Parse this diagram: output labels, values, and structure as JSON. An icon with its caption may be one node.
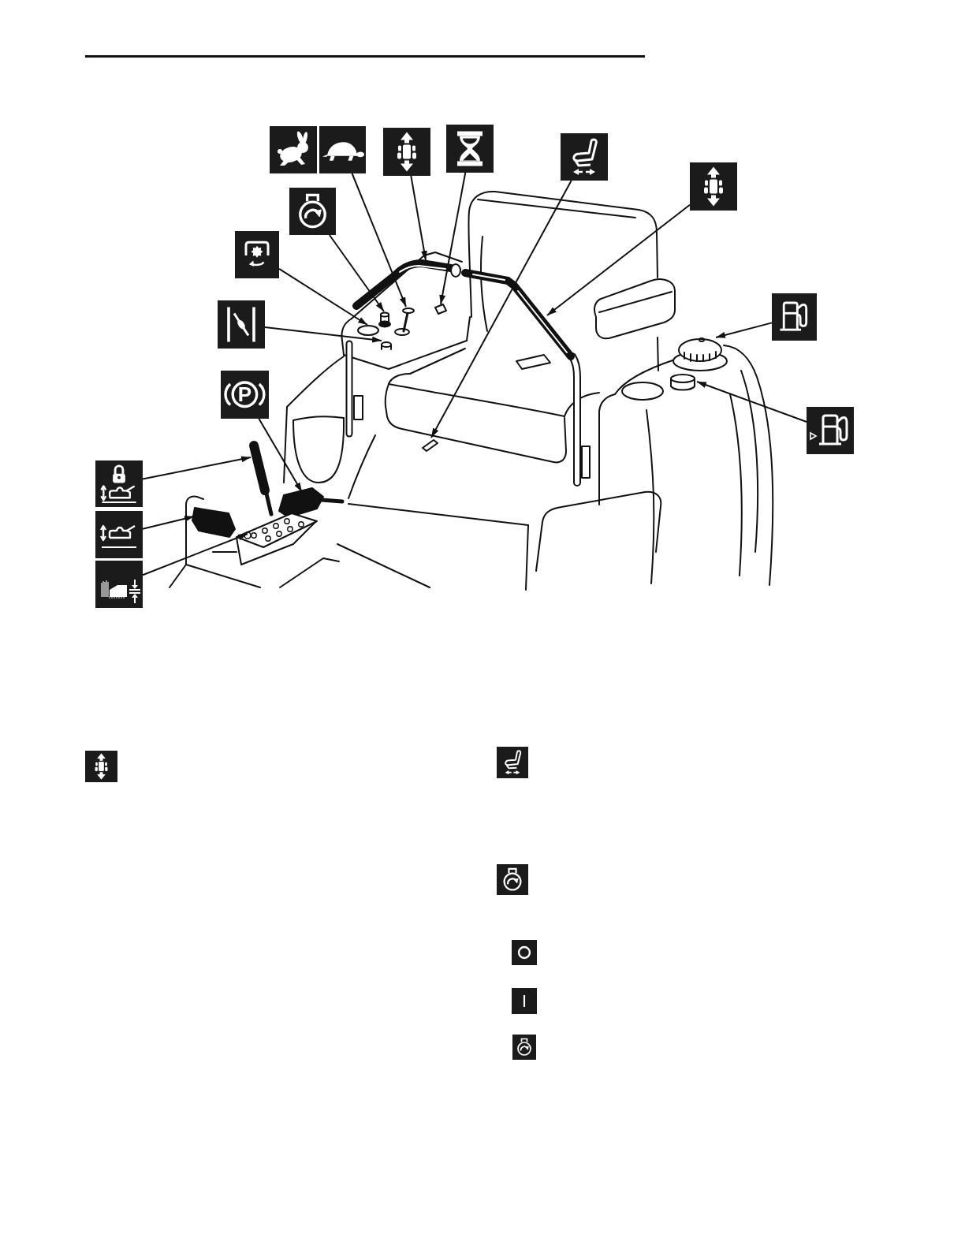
{
  "diagram": {
    "nodes": [
      {
        "text": [],
        "shape": "picture"
      },
      {
        "text": [],
        "shape": "picture"
      },
      {
        "text": [],
        "shape": "picture"
      },
      {
        "text": [],
        "shape": "picture"
      },
      {
        "text": [],
        "shape": "picture"
      },
      {
        "text": [],
        "shape": "picture"
      },
      {
        "text": [],
        "shape": "picture"
      },
      {
        "text": [],
        "shape": "picture"
      },
      {
        "text": [],
        "shape": "picture"
      },
      {
        "text": [],
        "shape": "picture"
      },
      {
        "text": [
          "P"
        ]
      },
      {
        "text": [],
        "shape": "picture"
      },
      {
        "text": [],
        "shape": "picture"
      },
      {
        "text": [],
        "shape": "picture"
      },
      {
        "text": [],
        "shape": "picture"
      },
      {
        "text": [],
        "shape": "picture"
      },
      {
        "text": [],
        "shape": "picture"
      },
      {
        "text": [],
        "shape": "picture"
      },
      {
        "text": [],
        "shape": "picture"
      },
      {
        "text": [],
        "shape": "picture"
      },
      {
        "text": [],
        "shape": "picture"
      }
    ],
    "edges": [
      {
        "from": 1,
        "to": null,
        "arrow": "to"
      },
      {
        "from": 2,
        "to": null,
        "arrow": "to"
      },
      {
        "from": 3,
        "to": null,
        "arrow": "to"
      },
      {
        "from": 4,
        "to": null,
        "arrow": "to"
      },
      {
        "from": 5,
        "to": null,
        "arrow": "to"
      },
      {
        "from": 6,
        "to": null,
        "arrow": "to"
      },
      {
        "from": 7,
        "to": null,
        "arrow": "to"
      },
      {
        "from": 8,
        "to": null,
        "arrow": "to"
      },
      {
        "from": 9,
        "to": null,
        "arrow": "to"
      },
      {
        "from": 10,
        "to": null,
        "arrow": "to"
      },
      {
        "from": 11,
        "to": null,
        "arrow": "to"
      },
      {
        "from": 12,
        "to": null,
        "arrow": "to"
      },
      {
        "from": 13,
        "to": null,
        "arrow": "to"
      },
      {
        "from": 14,
        "to": null,
        "arrow": "to"
      }
    ]
  }
}
